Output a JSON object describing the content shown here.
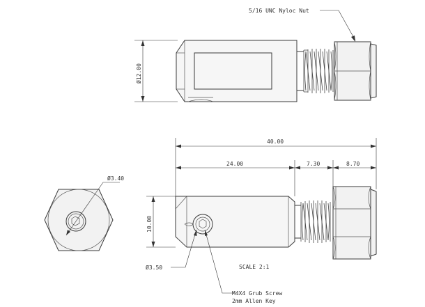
{
  "labels": {
    "nut_callout": "5/16 UNC Nyloc Nut",
    "dia_top": "Ø12.00",
    "overall_len": "40.00",
    "len_body": "24.00",
    "len_thread": "7.30",
    "len_nut": "8.70",
    "height": "10.00",
    "hole_dia": "Ø3.40",
    "pin_dia": "Ø3.50",
    "scale": "SCALE 2:1",
    "screw_line1": "M4X4 Grub Screw",
    "screw_line2": "2mm Allen Key"
  }
}
